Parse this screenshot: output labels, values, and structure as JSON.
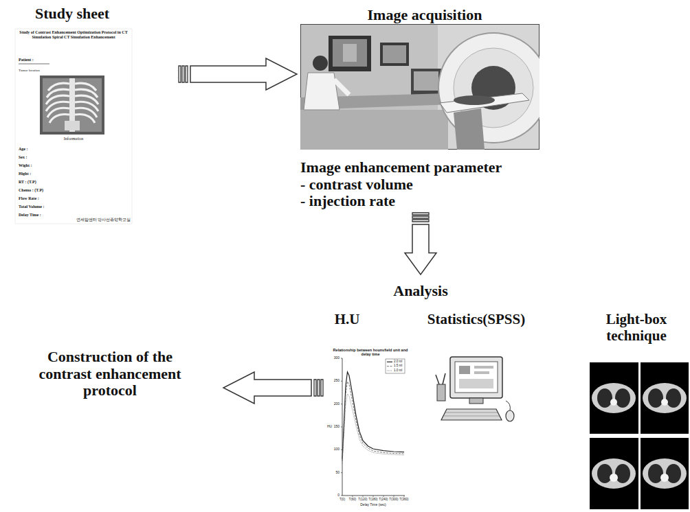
{
  "diagram": {
    "nodes": [
      {
        "text": [
          "Study sheet"
        ]
      },
      {
        "text": [
          "Image acquisition",
          "Image enhancement parameter",
          "- contrast volume",
          "- injection rate"
        ]
      },
      {
        "text": [
          "Analysis"
        ]
      },
      {
        "text": [
          "H.U"
        ],
        "in": 2
      },
      {
        "text": [
          "Statistics(SPSS)"
        ],
        "in": 2
      },
      {
        "text": [
          "Light-box technique"
        ],
        "in": 2
      },
      {
        "text": [
          "Construction of the contrast enhancement protocol"
        ]
      }
    ],
    "edges": [
      {
        "from": 0,
        "to": 1,
        "arrow": "to"
      },
      {
        "from": 1,
        "to": 2,
        "arrow": "to"
      },
      {
        "from": 2,
        "to": 6,
        "arrow": "to"
      }
    ],
    "labels": [
      "Study of Contrast Enhancement Optimization Protocol in CT Simulation Spiral CT Simulation Enhancement",
      "Patient :",
      "Tumor location",
      "Information",
      "Age :",
      "Sex :",
      "Wight :",
      "Hight :",
      "RT : (T.P)",
      "Chemo : (T.P)",
      "Flow Rate :",
      "Total Volume :",
      "Delay Time :",
      "연세암센터 방사선종양학교실",
      "Relationship between hounsfield unit and delay time",
      "HU",
      "Delay Time (sec)",
      "300",
      "250",
      "200",
      "150",
      "100",
      "50",
      "0",
      "T(0)",
      "T(60)",
      "T(120)",
      "T(180)",
      "T(240)",
      "T(300)",
      "T(360)"
    ],
    "legend": [
      {
        "text": "2.0 ml"
      },
      {
        "text": "1.5 ml"
      },
      {
        "text": "1.0 ml"
      }
    ]
  }
}
